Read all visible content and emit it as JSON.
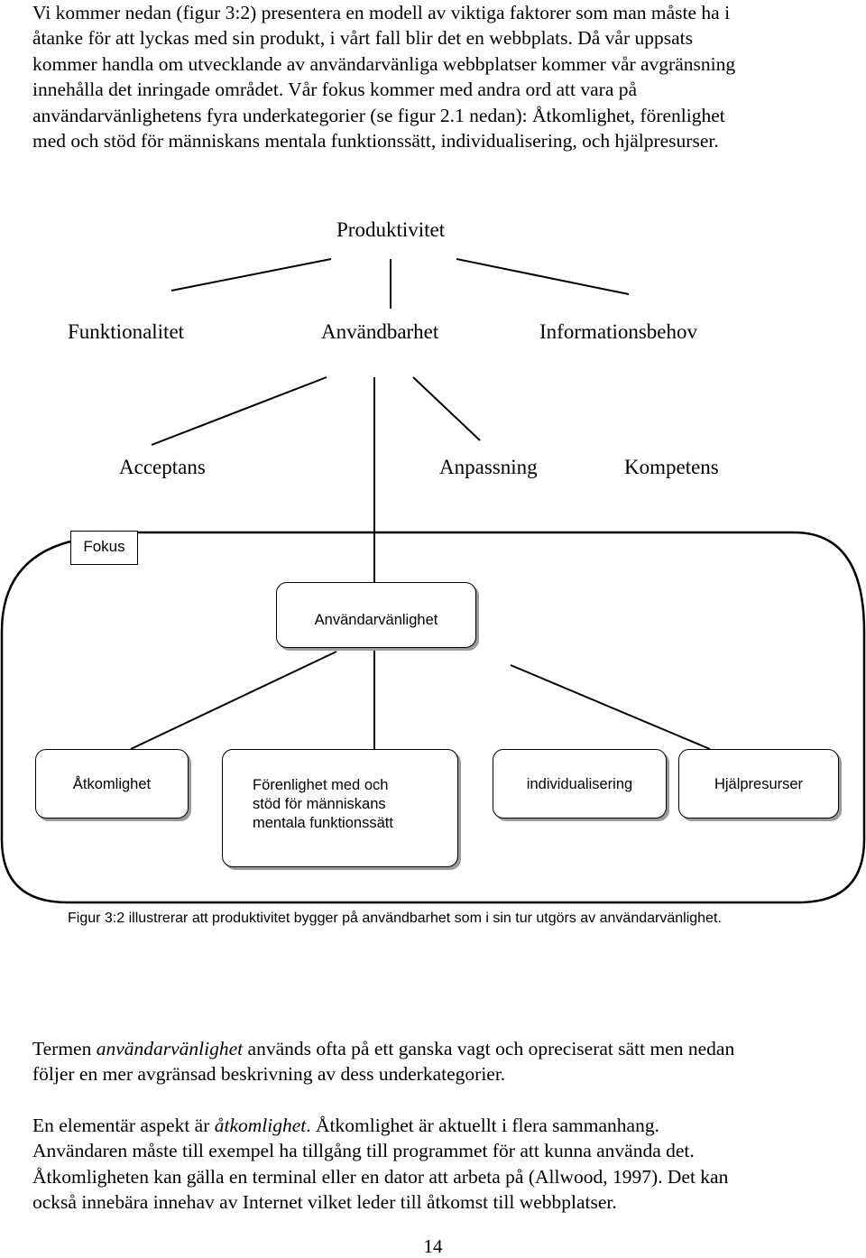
{
  "intro_paragraph": {
    "lines": [
      "Vi kommer nedan (figur 3:2) presentera en modell av viktiga faktorer som man måste ha i",
      "åtanke för att lyckas med sin produkt, i vårt fall blir det en webbplats. Då vår uppsats",
      "kommer handla om utvecklande av användarvänliga webbplatser kommer vår avgränsning",
      "innehålla det inringade området. Vår fokus kommer med andra ord att vara på",
      "användarvänlighetens fyra underkategorier (se figur 2.1 nedan): Åtkomlighet, förenlighet",
      "med och stöd för människans mentala funktionssätt, individualisering, och hjälpresurser."
    ]
  },
  "figure": {
    "root": "Produktivitet",
    "level1": [
      "Funktionalitet",
      "Användbarhet",
      "Informationsbehov"
    ],
    "level2": [
      "Acceptans",
      "Anpassning",
      "Kompetens"
    ],
    "focus_label": "Fokus",
    "center_box": "Användarvänlighet",
    "sub_boxes": [
      "Åtkomlighet",
      "Förenlighet med och stöd för människans mentala funktionssätt",
      "individualisering",
      "Hjälpresurser"
    ],
    "sub_box_lines": {
      "forenlighet": [
        "Förenlighet med och",
        "stöd för människans",
        "mentala funktionssätt"
      ]
    },
    "caption": "Figur 3:2 illustrerar att produktivitet bygger på användbarhet som i sin tur utgörs av användarvänlighet."
  },
  "termen_paragraph": {
    "line1_pre": "Termen ",
    "line1_em": "användarvänlighet",
    "line1_post": " används ofta på ett ganska vagt och opreciserat sätt men nedan",
    "line2": "följer en mer avgränsad beskrivning av dess underkategorier."
  },
  "aspekt_paragraph": {
    "line1_pre": "En elementär aspekt är ",
    "line1_em": "åtkomlighet",
    "line1_post": ". Åtkomlighet är aktuellt i flera sammanhang.",
    "line2": "Användaren måste till exempel ha tillgång till programmet för att kunna använda det.",
    "line3": "Åtkomligheten kan gälla en terminal eller en dator att arbeta på (Allwood, 1997). Det kan",
    "line4": "också innebära innehav av Internet vilket leder till åtkomst till webbplatser."
  },
  "page_number": "14"
}
